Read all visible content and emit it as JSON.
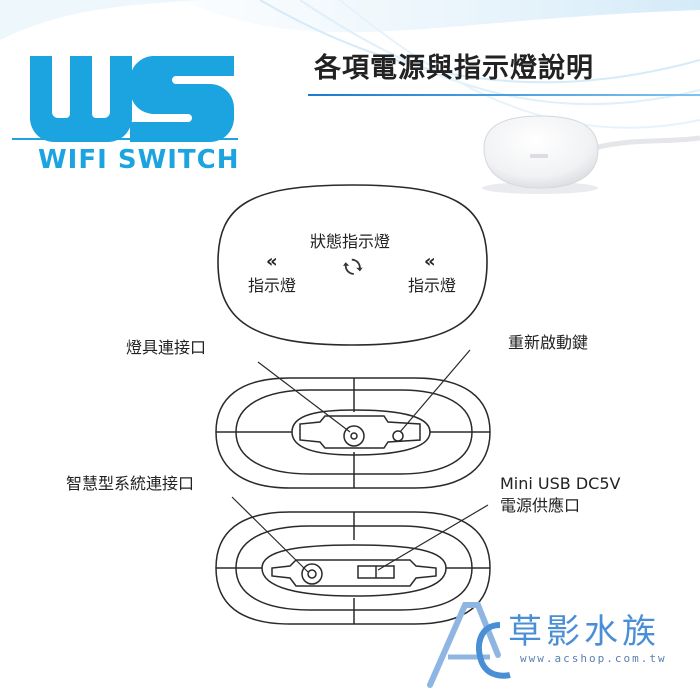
{
  "header": {
    "title": "各項電源與指示燈說明"
  },
  "logo": {
    "subtitle": "WIFI SWITCH",
    "brand_color": "#1ba4e0"
  },
  "top_view": {
    "status_light": "狀態指示燈",
    "left_indicator": "指示燈",
    "right_indicator": "指示燈"
  },
  "side_view_1": {
    "left_label": "燈具連接口",
    "right_label": "重新啟動鍵"
  },
  "side_view_2": {
    "left_label": "智慧型系統連接口",
    "right_label_line1": "Mini USB DC5V",
    "right_label_line2": "電源供應口"
  },
  "brand": {
    "name": "草影水族",
    "url": "www.acshop.com.tw",
    "color": "#4a8fd6"
  },
  "icons": [
    "ws-logo-icon",
    "sync-icon",
    "chevron-left-double-icon",
    "device-photo",
    "ac-logo-icon"
  ]
}
